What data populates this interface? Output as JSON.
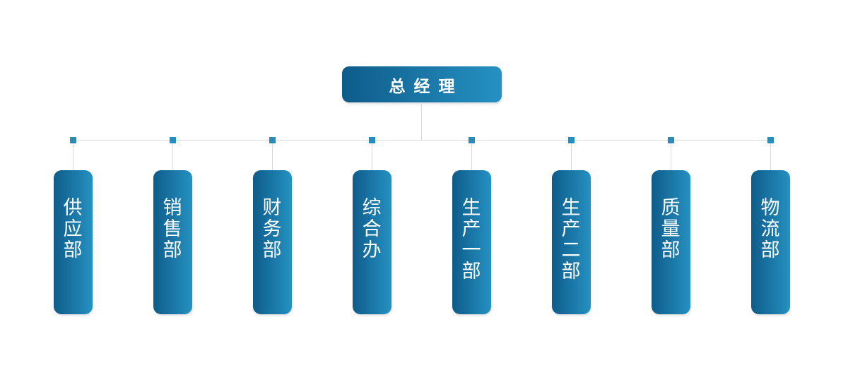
{
  "diagram": {
    "type": "org-chart",
    "root": {
      "label": "总经理"
    },
    "departments": [
      {
        "label": "供应部"
      },
      {
        "label": "销售部"
      },
      {
        "label": "财务部"
      },
      {
        "label": "综合办"
      },
      {
        "label": "生产一部"
      },
      {
        "label": "生产二部"
      },
      {
        "label": "质量部"
      },
      {
        "label": "物流部"
      }
    ]
  },
  "colors": {
    "node_gradient_start": "#0e5c8a",
    "node_gradient_end": "#2591c2",
    "connector_square": "#2a8bbd",
    "connector_line": "#d9d9d9",
    "node_text": "#ffffff",
    "background": "#ffffff"
  }
}
